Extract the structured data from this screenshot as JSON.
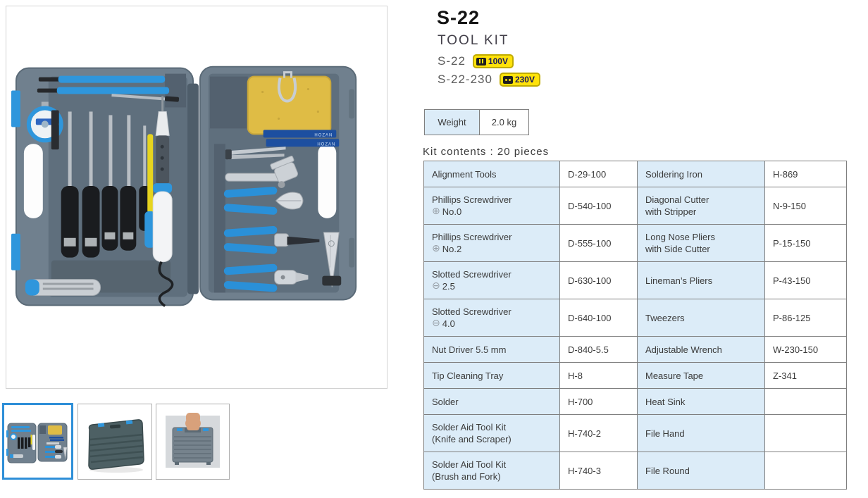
{
  "product": {
    "model": "S-22",
    "name": "TOOL KIT",
    "variants": [
      {
        "model": "S-22",
        "voltage": "100V"
      },
      {
        "model": "S-22-230",
        "voltage": "230V"
      }
    ]
  },
  "specs": {
    "weight_label": "Weight",
    "weight_value": "2.0 kg"
  },
  "kit_contents": {
    "heading": "Kit contents : 20 pieces",
    "rows": [
      {
        "tool1": "Alignment Tools",
        "code1": "D-29-100",
        "tool2": "Soldering Iron",
        "code2": "H-869"
      },
      {
        "tool1": "Phillips Screwdriver",
        "tool1_icon": "⊕",
        "tool1_sub": "No.0",
        "code1": "D-540-100",
        "tool2": "Diagonal Cutter",
        "tool2_sub": "with Stripper",
        "code2": "N-9-150"
      },
      {
        "tool1": "Phillips Screwdriver",
        "tool1_icon": "⊕",
        "tool1_sub": "No.2",
        "code1": "D-555-100",
        "tool2": "Long Nose Pliers",
        "tool2_sub": "with Side Cutter",
        "code2": "P-15-150"
      },
      {
        "tool1": "Slotted Screwdriver",
        "tool1_icon": "⊖",
        "tool1_sub": "2.5",
        "code1": "D-630-100",
        "tool2": "Lineman’s Pliers",
        "code2": "P-43-150"
      },
      {
        "tool1": "Slotted Screwdriver",
        "tool1_icon": "⊖",
        "tool1_sub": "4.0",
        "code1": "D-640-100",
        "tool2": "Tweezers",
        "code2": "P-86-125"
      },
      {
        "tool1": "Nut Driver 5.5 mm",
        "code1": "D-840-5.5",
        "tool2": "Adjustable Wrench",
        "code2": "W-230-150"
      },
      {
        "tool1": "Tip Cleaning Tray",
        "code1": "H-8",
        "tool2": "Measure Tape",
        "code2": "Z-341"
      },
      {
        "tool1": "Solder",
        "code1": "H-700",
        "tool2": "Heat Sink",
        "code2": ""
      },
      {
        "tool1": "Solder Aid Tool Kit",
        "tool1_sub": "(Knife and Scraper)",
        "code1": "H-740-2",
        "tool2": "File Hand",
        "code2": ""
      },
      {
        "tool1": "Solder Aid Tool Kit",
        "tool1_sub": "(Brush and Fork)",
        "code1": "H-740-3",
        "tool2": "File Round",
        "code2": ""
      }
    ]
  },
  "gallery": {
    "brand_label": "HOZAN",
    "thumbnails": [
      {
        "name": "open tool kit",
        "selected": true
      },
      {
        "name": "closed carrying case",
        "selected": false
      },
      {
        "name": "hand carrying case",
        "selected": false
      }
    ]
  },
  "colors": {
    "accent_blue": "#2e8fd8",
    "table_cell_blue": "#dcecf8",
    "badge_yellow": "#ffe20a",
    "case_gray": "#70808e"
  }
}
